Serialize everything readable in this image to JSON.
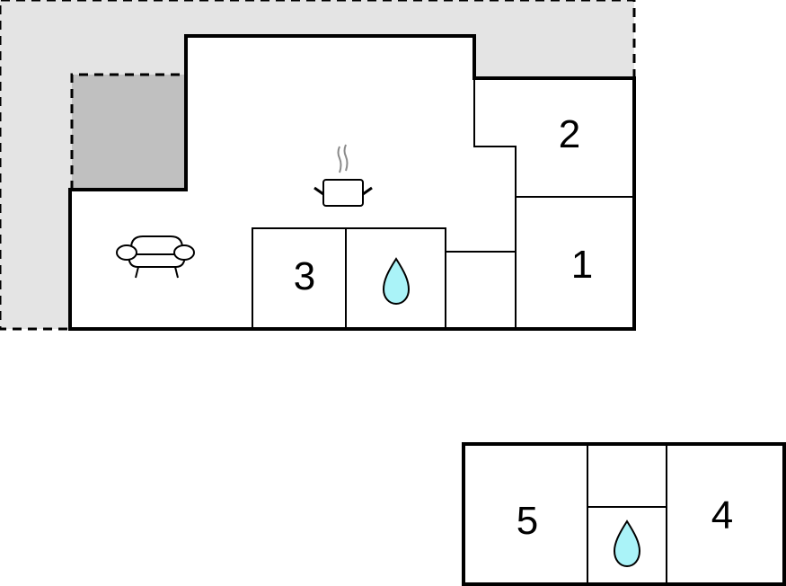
{
  "diagram": {
    "type": "floor-plan",
    "colors": {
      "terrace": "#e4e4e4",
      "covered_area": "#c0c0c0",
      "wall": "#000000",
      "water": "#aaf3f8",
      "steam": "#8a8a8a"
    },
    "building_main": {
      "rooms": [
        {
          "id": "room-1",
          "label": "1"
        },
        {
          "id": "room-2",
          "label": "2"
        },
        {
          "id": "room-3",
          "label": "3"
        },
        {
          "id": "bathroom-main",
          "label": "",
          "icon": "water-drop-icon"
        },
        {
          "id": "utility-room",
          "label": ""
        },
        {
          "id": "living-kitchen",
          "label": "",
          "icons": [
            "sofa-icon",
            "cooking-pot-icon"
          ]
        }
      ]
    },
    "building_annex": {
      "rooms": [
        {
          "id": "room-5",
          "label": "5"
        },
        {
          "id": "room-4",
          "label": "4"
        },
        {
          "id": "bathroom-annex",
          "label": "",
          "icon": "water-drop-icon"
        },
        {
          "id": "hall-annex",
          "label": ""
        }
      ]
    }
  }
}
